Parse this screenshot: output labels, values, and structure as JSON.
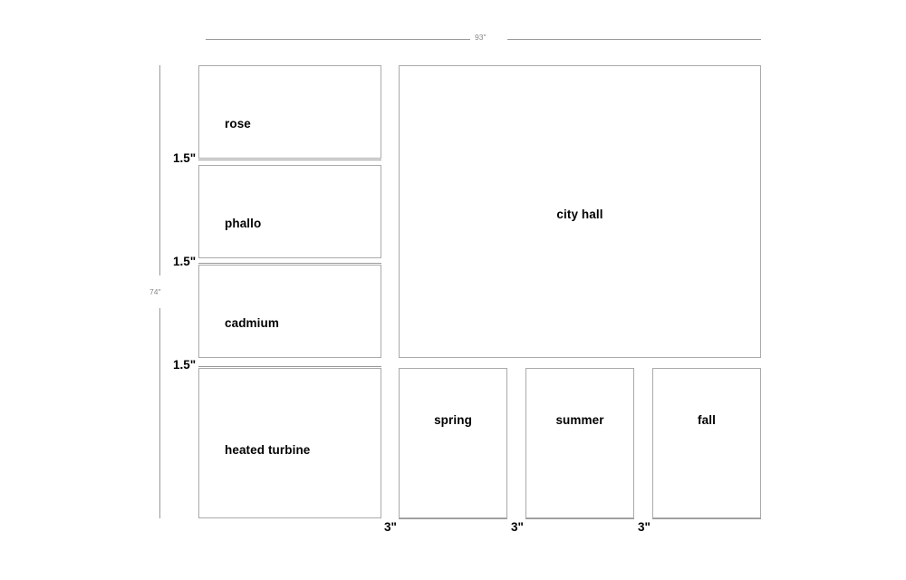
{
  "diagram": {
    "title": "panel layout dimension diagram",
    "stroke_color": "#aaaaaa",
    "dim_color": "#999999",
    "dim_minor_text_color": "#888888",
    "background": "#ffffff"
  },
  "overall_dimensions": {
    "width_label": "93\"",
    "height_label": "74\""
  },
  "panels": [
    {
      "id": "rose",
      "label": "rose",
      "align": "left"
    },
    {
      "id": "phallo",
      "label": "phallo",
      "align": "left"
    },
    {
      "id": "cadmium",
      "label": "cadmium",
      "align": "left"
    },
    {
      "id": "heated-turbine",
      "label": "heated turbine",
      "align": "left"
    },
    {
      "id": "city-hall",
      "label": "city hall",
      "align": "center"
    },
    {
      "id": "spring",
      "label": "spring",
      "align": "center"
    },
    {
      "id": "summer",
      "label": "summer",
      "align": "center"
    },
    {
      "id": "fall",
      "label": "fall",
      "align": "center"
    }
  ],
  "gap_dimensions": {
    "vertical": [
      {
        "id": "gap-rose-phallo",
        "label": "1.5\""
      },
      {
        "id": "gap-phallo-cadmium",
        "label": "1.5\""
      },
      {
        "id": "gap-cadmium-heated-turbine",
        "label": "1.5\""
      }
    ],
    "horizontal": [
      {
        "id": "gap-heated-turbine-spring",
        "label": "3\""
      },
      {
        "id": "gap-spring-summer",
        "label": "3\""
      },
      {
        "id": "gap-summer-fall",
        "label": "3\""
      }
    ]
  }
}
